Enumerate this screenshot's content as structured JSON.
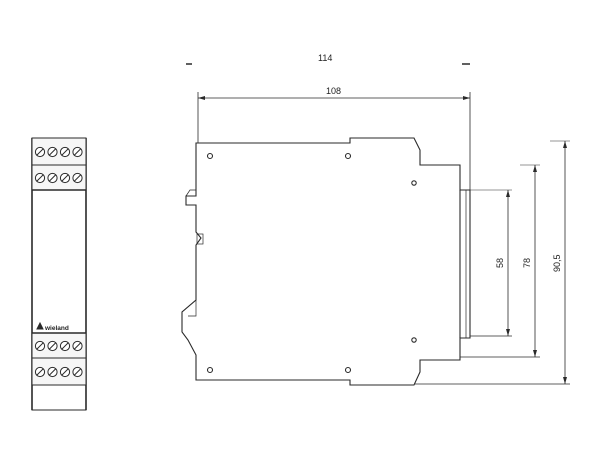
{
  "dimensions": {
    "overall_depth": "114",
    "housing_depth": "108",
    "height_inner": "58",
    "height_mid": "78",
    "height_outer": "90,5"
  },
  "front_view": {
    "brand_label": "wieland",
    "terminal_rows": 4,
    "terminals_per_row": 4
  },
  "colors": {
    "line": "#2a2a2a",
    "background": "#ffffff"
  }
}
